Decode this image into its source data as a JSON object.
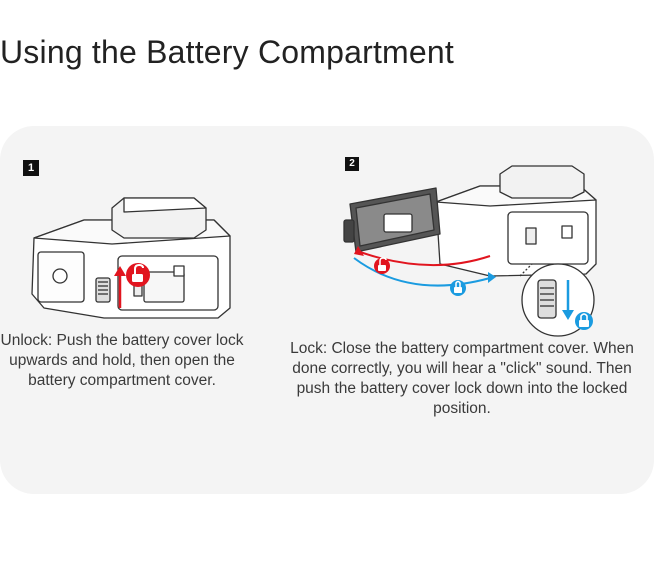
{
  "title": "Using the Battery Compartment",
  "steps": [
    {
      "number": "1",
      "caption": "Unlock: Push the battery cover lock upwards and hold, then open the battery compartment cover."
    },
    {
      "number": "2",
      "caption": "Lock: Close the battery compartment cover. When done correctly, you will hear a \"click\" sound. Then push the battery cover lock down into the locked position."
    }
  ],
  "colors": {
    "unlock_red": "#e1151f",
    "lock_blue": "#1a9be0",
    "panel_bg": "#f4f4f4"
  },
  "icons": [
    "unlocked-padlock-icon",
    "locked-padlock-icon",
    "up-arrow-icon",
    "down-arrow-icon",
    "curved-arrow-icon"
  ]
}
